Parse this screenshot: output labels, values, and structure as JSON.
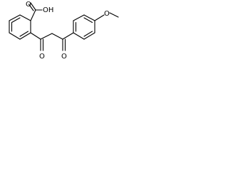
{
  "molecule": {
    "labels": {
      "acid_group": "OH",
      "acid_carbonyl_oxygen": "O",
      "ketone_oxygen_1": "O",
      "ketone_oxygen_2": "O",
      "methoxy_oxygen": "O"
    },
    "colors": {
      "bond": "#000000",
      "text": "#000000",
      "background": "#ffffff"
    }
  }
}
